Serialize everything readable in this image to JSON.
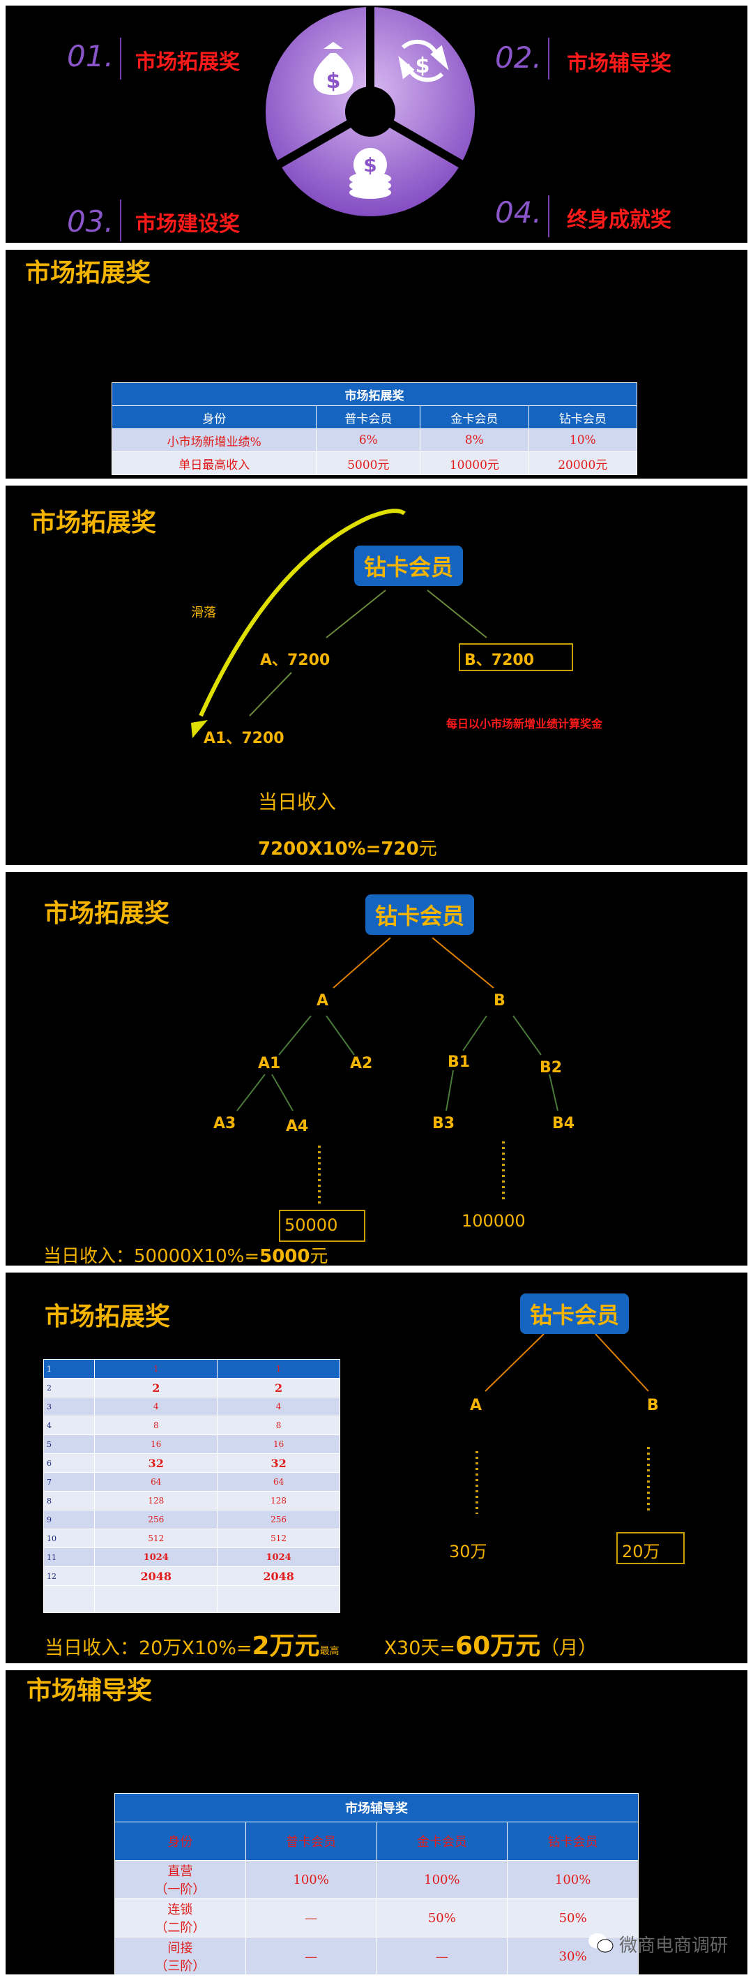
{
  "slide1": {
    "items": [
      {
        "num": "01.",
        "label": "市场拓展奖"
      },
      {
        "num": "02.",
        "label": "市场辅导奖"
      },
      {
        "num": "03.",
        "label": "市场建设奖"
      },
      {
        "num": "04.",
        "label": "终身成就奖"
      }
    ],
    "icons": [
      "money-bag-icon",
      "refresh-dollar-icon",
      "coins-stack-icon"
    ],
    "colors": {
      "purple": "#8a55c8",
      "red": "#ff1a1a"
    }
  },
  "slide2": {
    "title": "市场拓展奖",
    "table": {
      "caption": "市场拓展奖",
      "headers": [
        "身份",
        "普卡会员",
        "金卡会员",
        "钻卡会员"
      ],
      "rows": [
        [
          "小市场新增业绩%",
          "6%",
          "8%",
          "10%"
        ],
        [
          "单日最高收入",
          "5000元",
          "10000元",
          "20000元"
        ]
      ]
    }
  },
  "slide3": {
    "title": "市场拓展奖",
    "root": "钻卡会员",
    "slide_label": "滑落",
    "left": "A、7200",
    "right": "B、7200",
    "child": "A1、7200",
    "note": "每日以小市场新增业绩计算奖金",
    "income_label": "当日收入",
    "formula": "7200X10%=720",
    "formula_unit": "元"
  },
  "slide4": {
    "title": "市场拓展奖",
    "root": "钻卡会员",
    "nodes": [
      "A",
      "B",
      "A1",
      "A2",
      "B1",
      "B2",
      "A3",
      "A4",
      "B3",
      "B4"
    ],
    "left_value": "50000",
    "right_value": "100000",
    "income_prefix": "当日收入：",
    "income_formula": "50000X10%=",
    "income_value": "5000",
    "income_unit": "元"
  },
  "slide5": {
    "title": "市场拓展奖",
    "root": "钻卡会员",
    "left_node": "A",
    "right_node": "B",
    "left_value": "30万",
    "right_value": "20万",
    "grid_rows": [
      [
        "1",
        "1",
        "1"
      ],
      [
        "2",
        "2",
        "2"
      ],
      [
        "3",
        "4",
        "4"
      ],
      [
        "4",
        "8",
        "8"
      ],
      [
        "5",
        "16",
        "16"
      ],
      [
        "6",
        "32",
        "32"
      ],
      [
        "7",
        "64",
        "64"
      ],
      [
        "8",
        "128",
        "128"
      ],
      [
        "9",
        "256",
        "256"
      ],
      [
        "10",
        "512",
        "512"
      ],
      [
        "11",
        "1024",
        "1024"
      ],
      [
        "12",
        "2048",
        "2048"
      ]
    ],
    "income_prefix": "当日收入：",
    "income_formula": "20万X10%=",
    "income_value": "2万元",
    "income_note": "最高",
    "monthly_prefix": "X30天=",
    "monthly_value": "60万元",
    "monthly_unit": "（月）"
  },
  "slide6": {
    "title": "市场辅导奖",
    "table": {
      "caption": "市场辅导奖",
      "headers": [
        "身份",
        "普卡会员",
        "金卡会员",
        "钻卡会员"
      ],
      "rows": [
        [
          "直营",
          "（一阶）",
          "100%",
          "100%",
          "100%"
        ],
        [
          "连锁",
          "（二阶）",
          "—",
          "50%",
          "50%"
        ],
        [
          "间接",
          "（三阶）",
          "—",
          "—",
          "30%"
        ]
      ]
    },
    "watermark": "微商电商调研"
  }
}
